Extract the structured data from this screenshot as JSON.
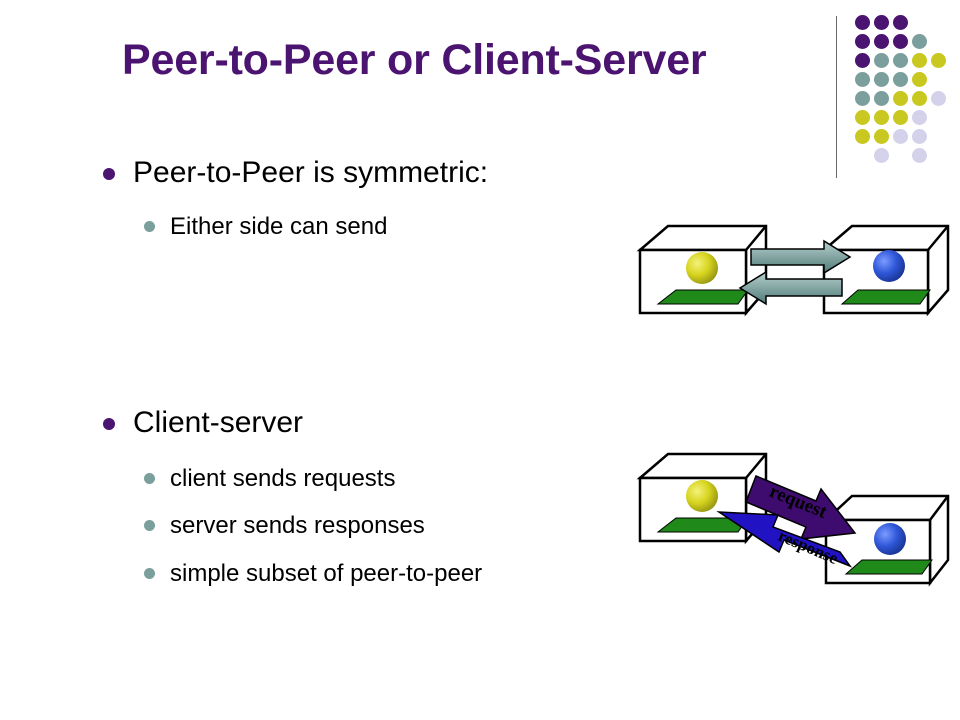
{
  "title": "Peer-to-Peer or Client-Server",
  "sections": [
    {
      "heading": "Peer-to-Peer is symmetric:",
      "items": [
        "Either side can send"
      ]
    },
    {
      "heading": "Client-server",
      "items": [
        "client sends requests",
        "server sends responses",
        "simple subset of peer-to-peer"
      ]
    }
  ],
  "diagram_labels": {
    "request": "request",
    "response": "response"
  },
  "colors": {
    "title": "#4b1470",
    "accent_purple": "#4b1470",
    "accent_teal": "#7b9f9c",
    "accent_yellow": "#c8c820",
    "accent_lavender": "#d4d2ea",
    "screen_green": "#1f8a1a",
    "ball_yellow": "#d6d41e",
    "ball_blue": "#2f57d8",
    "request_arrow": "#3e0b6e",
    "response_arrow": "#2112c4"
  }
}
